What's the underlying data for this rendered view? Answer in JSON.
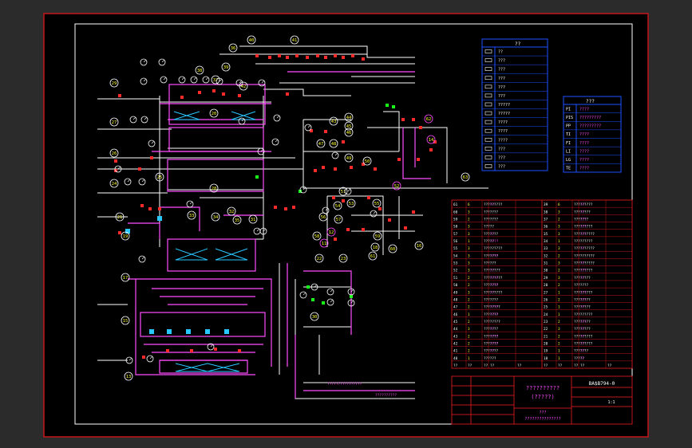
{
  "colors": {
    "background": "#2b2b2b",
    "border_red": "#c4161c",
    "sheet": "#000000",
    "pipe_white": "#ffffff",
    "pipe_magenta": "#ff4dff",
    "valve_red": "#ff2a2a",
    "label_yellow": "#ffff33",
    "cyan": "#29c7ff",
    "green": "#1aff1a",
    "blue_table": "#1e50ff"
  },
  "drawing_number": "BA$B794-0",
  "title_block": {
    "title_line1": "??????????",
    "title_line2": "(?????)",
    "scale": "1:1",
    "company_line1": "???",
    "company_line2": "???????????????"
  },
  "balloons_left": [
    "29",
    "27",
    "26",
    "24",
    "21",
    "19",
    "17",
    "15",
    "13"
  ],
  "balloons_top": [
    "40",
    "41",
    "36",
    "38",
    "37",
    "39",
    "42"
  ],
  "balloons_mid": [
    "20",
    "25",
    "28",
    "33",
    "32",
    "31",
    "35",
    "34",
    "30"
  ],
  "balloons_right": [
    "43",
    "44",
    "45",
    "46",
    "47",
    "48",
    "49",
    "50",
    "52",
    "51",
    "53",
    "55",
    "54",
    "56",
    "57",
    "58",
    "59",
    "60",
    "61",
    "62",
    "63"
  ],
  "balloons_lower": [
    "22",
    "23",
    "18",
    "16",
    "14",
    "12",
    "11"
  ],
  "legend_title": "??",
  "legend_rows": [
    "??",
    "???",
    "???",
    "???",
    "???",
    "???",
    "?????",
    "?????",
    "????",
    "????",
    "????",
    "???",
    "???",
    "???"
  ],
  "abbrev_title": "???",
  "abbrev_rows": [
    {
      "code": "PI",
      "text": "????"
    },
    {
      "code": "PIS",
      "text": "?????????"
    },
    {
      "code": "PP",
      "text": "?????????"
    },
    {
      "code": "TI",
      "text": "????"
    },
    {
      "code": "FI",
      "text": "????"
    },
    {
      "code": "LI",
      "text": "????"
    },
    {
      "code": "LG",
      "text": "????"
    },
    {
      "code": "TE",
      "text": "????"
    }
  ],
  "parts_left": [
    [
      "61",
      "6",
      "?????????",
      "??"
    ],
    [
      "60",
      "3",
      "???????",
      ""
    ],
    [
      "59",
      "2",
      "???????",
      ""
    ],
    [
      "58",
      "3",
      "?????",
      ""
    ],
    [
      "57",
      "3",
      "???????",
      "??"
    ],
    [
      "56",
      "1",
      "?????",
      "????"
    ],
    [
      "55",
      "3",
      "?????????",
      ""
    ],
    [
      "54",
      "3",
      "???????",
      "????"
    ],
    [
      "53",
      "3",
      "??????",
      ""
    ],
    [
      "52",
      "3",
      "????????",
      "??"
    ],
    [
      "51",
      "2",
      "?????????",
      "????"
    ],
    [
      "50",
      "2",
      "???????",
      "????"
    ],
    [
      "49",
      "3",
      "?????????",
      "??"
    ],
    [
      "48",
      "2",
      "???????",
      ""
    ],
    [
      "47",
      "2",
      "????????",
      "????"
    ],
    [
      "46",
      "1",
      "???????",
      "????"
    ],
    [
      "45",
      "2",
      "????????",
      ""
    ],
    [
      "44",
      "3",
      "???????",
      "??"
    ],
    [
      "43",
      "2",
      "???????",
      "????"
    ],
    [
      "42",
      "2",
      "???????",
      "????"
    ],
    [
      "41",
      "2",
      "???????",
      "??"
    ],
    [
      "40",
      "1",
      "??????",
      ""
    ]
  ],
  "parts_right": [
    [
      "39",
      "6",
      "?????????",
      "??"
    ],
    [
      "38",
      "3",
      "????????",
      "??"
    ],
    [
      "37",
      "2",
      "???????",
      "???"
    ],
    [
      "36",
      "3",
      "?????????",
      "???"
    ],
    [
      "35",
      "3",
      "??????????",
      "???"
    ],
    [
      "34",
      "1",
      "?????????",
      ""
    ],
    [
      "33",
      "3",
      "??????????",
      "??"
    ],
    [
      "32",
      "2",
      "??????????",
      ""
    ],
    [
      "31",
      "3",
      "??????????",
      "??"
    ],
    [
      "30",
      "2",
      "?????????",
      "???"
    ],
    [
      "29",
      "3",
      "????????",
      "??"
    ],
    [
      "28",
      "2",
      "???????",
      ""
    ],
    [
      "27",
      "1",
      "?????????",
      "???"
    ],
    [
      "26",
      "2",
      "????????",
      "???"
    ],
    [
      "25",
      "1",
      "????????",
      "??"
    ],
    [
      "24",
      "1",
      "?????????",
      ""
    ],
    [
      "23",
      "2",
      "????????",
      "???"
    ],
    [
      "22",
      "3",
      "????????",
      "??"
    ],
    [
      "21",
      "2",
      "?????????",
      "??"
    ],
    [
      "20",
      "2",
      "?????????",
      "??"
    ],
    [
      "19",
      "1",
      "???????",
      "??"
    ],
    [
      "18",
      "1",
      "?????",
      "??"
    ]
  ],
  "table_footer": [
    "??",
    "??",
    "??",
    "??",
    "??"
  ],
  "bottom_labels": [
    "????????????????",
    "??????????"
  ]
}
